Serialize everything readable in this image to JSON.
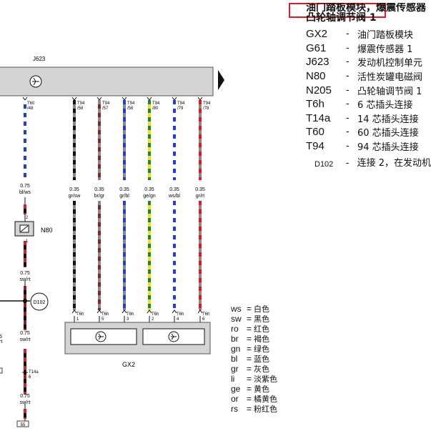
{
  "title": {
    "line1": "油门踏板模块，爆震传感器",
    "line2": "凸轮轴调节阀 1"
  },
  "components": [
    {
      "code": "GX2",
      "desc": "油门踏板模块"
    },
    {
      "code": "G61",
      "desc": "爆震传感器 1"
    },
    {
      "code": "J623",
      "desc": "发动机控制单元"
    },
    {
      "code": "N80",
      "desc": "活性炭罐电磁阀"
    },
    {
      "code": "N205",
      "desc": "凸轮轴调节阀 1"
    },
    {
      "code": "T6h",
      "desc": "6 芯插头连接"
    },
    {
      "code": "T14a",
      "desc": "14 芯插头连接"
    },
    {
      "code": "T60",
      "desc": "60 芯插头连接"
    },
    {
      "code": "T94",
      "desc": "94 芯插头连接"
    },
    {
      "code": "D102",
      "desc": "连接 2，在发动机"
    }
  ],
  "color_legend": [
    {
      "code": "ws",
      "name": "白色"
    },
    {
      "code": "sw",
      "name": "黑色"
    },
    {
      "code": "ro",
      "name": "红色"
    },
    {
      "code": "br",
      "name": "褐色"
    },
    {
      "code": "gn",
      "name": "绿色"
    },
    {
      "code": "bl",
      "name": "蓝色"
    },
    {
      "code": "gr",
      "name": "灰色"
    },
    {
      "code": "li",
      "name": "淡紫色"
    },
    {
      "code": "ge",
      "name": "黄色"
    },
    {
      "code": "or",
      "name": "橘黄色"
    },
    {
      "code": "rs",
      "name": "粉红色"
    }
  ],
  "diagram": {
    "ecu_label": "J623",
    "gx2_label": "GX2",
    "n80_label": "N80",
    "d102_label": "D102",
    "t14a_label": "T14a",
    "t14a_pin": "6",
    "bottom_tag": "55",
    "left_wire": {
      "top_pin_a": "T60",
      "top_pin_b": "/48",
      "segments": [
        {
          "size": "0.75",
          "color_code": "bl/ws",
          "colors": [
            "#1f3fd6",
            "#ffffff"
          ]
        },
        {
          "size": "0.75",
          "color_code": "sw/rt",
          "colors": [
            "#111111",
            "#e21b23"
          ]
        },
        {
          "size": "0.75",
          "color_code": "sw/rt",
          "colors": [
            "#111111",
            "#e21b23"
          ]
        },
        {
          "size": "0.75",
          "color_code": "sw/rt",
          "colors": [
            "#111111",
            "#e21b23"
          ]
        }
      ],
      "n80_pin_top": "2",
      "n80_pin_bottom": "1"
    },
    "gx2_wires": [
      {
        "t94_a": "T94",
        "t94_b": "/58",
        "size": "0.35",
        "color_code": "gr/sw",
        "colors": [
          "#888888",
          "#111111"
        ],
        "t6h_a": "T6h",
        "t6h_b": "1"
      },
      {
        "t94_a": "T94",
        "t94_b": "/57",
        "size": "0.35",
        "color_code": "br/gr",
        "colors": [
          "#8b2323",
          "#888888"
        ],
        "t6h_a": "T6h",
        "t6h_b": "5"
      },
      {
        "t94_a": "T94",
        "t94_b": "/56",
        "size": "0.35",
        "color_code": "gr/bl",
        "colors": [
          "#888888",
          "#1f3fd6"
        ],
        "t6h_a": "T6h",
        "t6h_b": "3"
      },
      {
        "t94_a": "T94",
        "t94_b": "/80",
        "size": "0.35",
        "color_code": "ge/gn",
        "colors": [
          "#f2e600",
          "#1a8a2a"
        ],
        "t6h_a": "T6h",
        "t6h_b": "2"
      },
      {
        "t94_a": "T94",
        "t94_b": "/79",
        "size": "0.35",
        "color_code": "ws/bl",
        "colors": [
          "#ffffff",
          "#1f3fd6"
        ],
        "t6h_a": "T6h",
        "t6h_b": "4"
      },
      {
        "t94_a": "T94",
        "t94_b": "/78",
        "size": "0.35",
        "color_code": "gr/rt",
        "colors": [
          "#888888",
          "#e21b23"
        ],
        "t6h_a": "T6h",
        "t6h_b": "6"
      }
    ]
  }
}
